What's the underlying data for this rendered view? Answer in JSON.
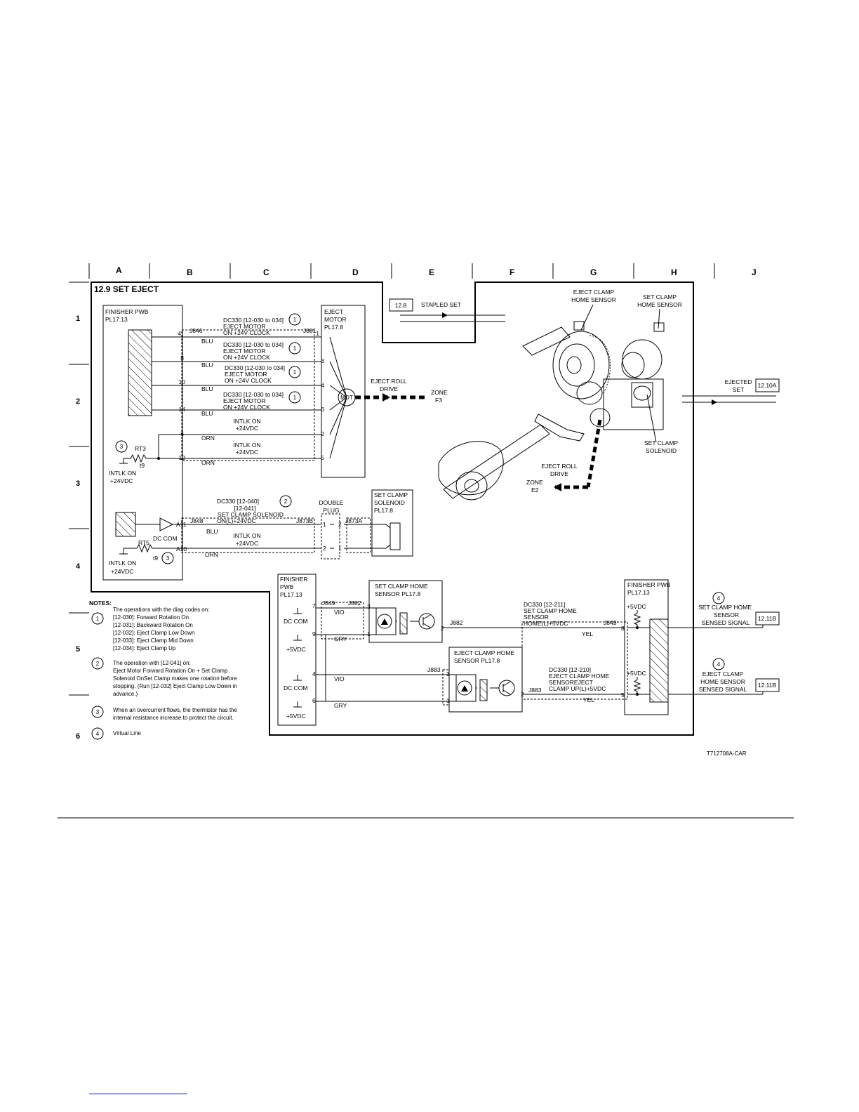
{
  "title": "12.9 SET EJECT",
  "drawing_number": "T712708A-CAR",
  "columns": [
    "A",
    "B",
    "C",
    "D",
    "E",
    "F",
    "G",
    "H",
    "J"
  ],
  "rows": [
    "1",
    "2",
    "3",
    "4",
    "5",
    "6"
  ],
  "finisher_pwb_top": {
    "name": "FINISHER PWB",
    "pl": "PL17.13"
  },
  "eject_motor": {
    "name1": "EJECT",
    "name2": "MOTOR",
    "pl": "PL17.8",
    "symbol": "MOT"
  },
  "connectors": {
    "j846": "J846",
    "j881": "J881",
    "j848": "J848",
    "j873b": "J873B",
    "j873a": "J873A",
    "j849": "J849",
    "j882": "J882",
    "j883": "J883"
  },
  "motor_signals": [
    {
      "pin_left": "4",
      "pin_right": "1",
      "color": "BLU",
      "code": "DC330 [12-030 to 034]",
      "line2": "EJECT MOTOR",
      "line3": "ON +24V CLOCK",
      "note": "1"
    },
    {
      "pin_left": "8",
      "pin_right": "3",
      "color": "BLU",
      "code": "DC330 [12-030 to 034]",
      "line2": "EJECT MOTOR",
      "line3": "ON +24V CLOCK",
      "note": "1"
    },
    {
      "pin_left": "10",
      "pin_right": "4",
      "color": "BLU",
      "code": "DC330 [12-030 to 034]",
      "line2": "EJECT MOTOR",
      "line3": "ON +24V CLOCK",
      "note": "1"
    },
    {
      "pin_left": "14",
      "pin_right": "6",
      "color": "BLU",
      "code": "DC330 [12-030 to 034]",
      "line2": "EJECT MOTOR",
      "line3": "ON +24V CLOCK",
      "note": "1"
    }
  ],
  "interlock_lines": [
    {
      "pin_left": "6",
      "pin_right": "2",
      "color": "ORN",
      "line1": "INTLK ON",
      "line2": "+24VDC"
    },
    {
      "pin_left": "12",
      "pin_right": "5",
      "color": "ORN",
      "line1": "INTLK ON",
      "line2": "+24VDC"
    }
  ],
  "rt3": {
    "label": "RT3",
    "t": "t9",
    "note": "3",
    "intlk": "INTLK ON",
    "v": "+24VDC"
  },
  "rt5": {
    "label": "RT5",
    "t": "t9",
    "note": "3",
    "intlk": "INTLK ON",
    "v": "+24VDC",
    "dccom": "DC COM"
  },
  "eject_roll_drive_top": {
    "l1": "EJECT ROLL",
    "l2": "DRIVE",
    "zone": "ZONE",
    "zone_id": "F3"
  },
  "stapled_set": {
    "ref": "12.8",
    "label": "STAPLED SET"
  },
  "mech_labels": {
    "eject_clamp_home_sensor_1": "EJECT CLAMP",
    "eject_clamp_home_sensor_2": "HOME SENSOR",
    "set_clamp_home_sensor_1": "SET CLAMP",
    "set_clamp_home_sensor_2": "HOME SENSOR",
    "set_clamp_solenoid_1": "SET CLAMP",
    "set_clamp_solenoid_2": "SOLENOID",
    "eject_roll_drive_1": "EJECT ROLL",
    "eject_roll_drive_2": "DRIVE",
    "zone": "ZONE",
    "zone_id": "E2"
  },
  "ejected_set": {
    "l1": "EJECTED",
    "l2": "SET",
    "ref": "12.10A"
  },
  "solenoid_circuit": {
    "code": "DC330 [12-040]",
    "code2": "[12-041]",
    "l2": "SET CLAMP SOLENOID",
    "l3": "ON(L)+24VDC",
    "note": "2",
    "pin_a11": "A11",
    "pin_a10": "A10",
    "blu": "BLU",
    "orn": "ORN",
    "intlk1": "INTLK ON",
    "intlk2": "+24VDC",
    "double_plug_1": "DOUBLE",
    "double_plug_2": "PLUG",
    "p1l": "1",
    "p2l": "2",
    "p1r": "2",
    "p2r": "1",
    "solenoid_name1": "SET CLAMP",
    "solenoid_name2": "SOLENOID",
    "solenoid_pl": "PL17.8"
  },
  "notes": {
    "heading": "NOTES:",
    "n1": {
      "num": "1",
      "lines": [
        "The operations with the diag codes on:",
        "[12-030]: Forward Rotation On",
        "[12-031]: Backward Rotation On",
        "[12-032]: Eject Clamp Low Down",
        "[12-033]: Eject Clamp Mid Down",
        "[12-034]: Eject Clamp Up"
      ]
    },
    "n2": {
      "num": "2",
      "lines": [
        "The operation with [12-041] on:",
        "Eject Motor Forward Rotation On + Set Clamp",
        "Solenoid OnSet Clamp makes one rotation before",
        "stopping. (Run [12-032] Eject Clamp Low Down in",
        "advance.)"
      ]
    },
    "n3": {
      "num": "3",
      "lines": [
        "When an overcurrent flows, the thermistor has the",
        "internal resistance increase to protect the circuit."
      ]
    },
    "n4": {
      "num": "4",
      "lines": [
        "Virtual Line"
      ]
    }
  },
  "finisher_pwb_bottom": {
    "l1": "FINISHER",
    "l2": "PWB",
    "pl": "PL17.13",
    "dccom": "DC COM",
    "v5": "+5VDC"
  },
  "set_clamp_sensor": {
    "name1": "SET CLAMP HOME",
    "name2": "SENSOR PL17.8",
    "pin3": "3",
    "pin1": "1",
    "pin2": "2",
    "pin7": "7",
    "pin9": "9",
    "vio": "VIO",
    "gry": "GRY",
    "yel": "YEL",
    "pin8": "8",
    "code": "DC330 [12-211]",
    "l2": "SET CLAMP HOME",
    "l3": "SENSOR",
    "l4": "HOME(L)+5VDC"
  },
  "eject_clamp_sensor": {
    "name1": "EJECT CLAMP HOME",
    "name2": "SENSOR PL17.8",
    "pin3": "3",
    "pin1": "1",
    "pin2": "2",
    "pin4": "4",
    "pin6": "6",
    "vio": "VIO",
    "gry": "GRY",
    "yel": "YEL",
    "pin5": "5",
    "code": "DC330 [12-210]",
    "l2": "EJECT CLAMP HOME",
    "l3": "SENSOREJECT",
    "l4": "CLAMP UP(L)+5VDC"
  },
  "finisher_pwb_right": {
    "name": "FINISHER PWB",
    "pl": "PL17.13",
    "v5a": "+5VDC",
    "v5b": "+5VDC"
  },
  "out_set_clamp": {
    "note": "4",
    "l1": "SET CLAMP HOME",
    "l2": "SENSOR",
    "l3": "SENSED SIGNAL",
    "ref": "12.11B"
  },
  "out_eject_clamp": {
    "note": "4",
    "l1": "EJECT CLAMP",
    "l2": "HOME SENSOR",
    "l3": "SENSED SIGNAL",
    "ref": "12.11B"
  },
  "colors": {
    "line": "#000000",
    "background": "#ffffff"
  }
}
